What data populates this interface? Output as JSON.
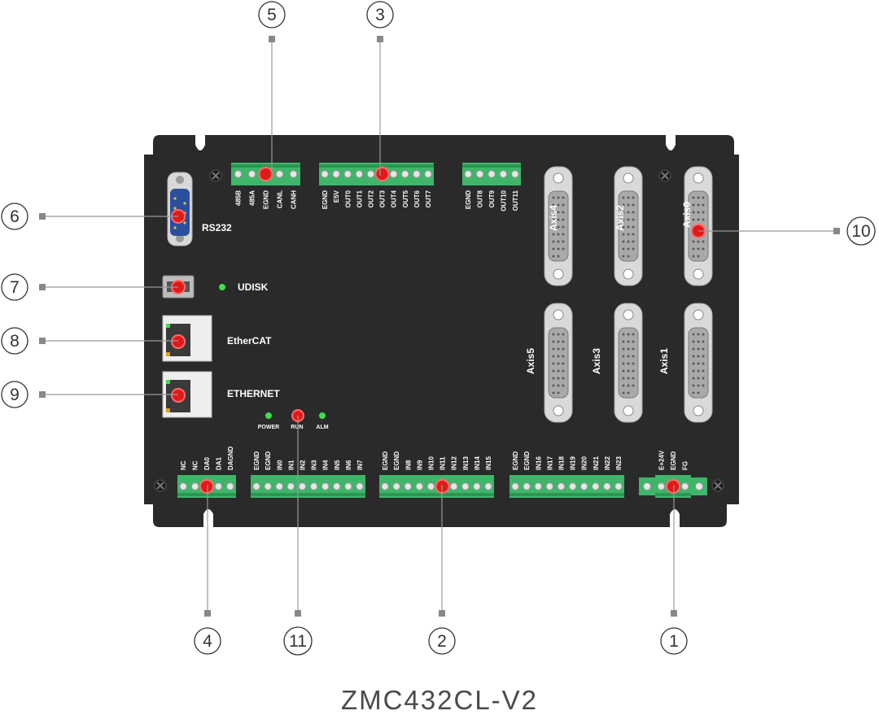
{
  "model": "ZMC432CL-V2",
  "callouts": [
    "1",
    "2",
    "3",
    "4",
    "5",
    "6",
    "7",
    "8",
    "9",
    "10",
    "11"
  ],
  "ports": {
    "rs232": "RS232",
    "udisk": "UDISK",
    "ethercat": "EtherCAT",
    "ethernet": "ETHERNET"
  },
  "axes": [
    "Axis0",
    "Axis1",
    "Axis2",
    "Axis3",
    "Axis4",
    "Axis5"
  ],
  "leds": [
    "POWER",
    "RUN",
    "ALM"
  ],
  "terminals": {
    "can485": [
      "485B",
      "485A",
      "EGND",
      "CANL",
      "CANH"
    ],
    "out0_7": [
      "EGND",
      "E5V",
      "OUT0",
      "OUT1",
      "OUT2",
      "OUT3",
      "OUT4",
      "OUT5",
      "OUT6",
      "OUT7"
    ],
    "out8_11": [
      "EGND",
      "OUT8",
      "OUT9",
      "OUT10",
      "OUT11"
    ],
    "da": [
      "NC",
      "NC",
      "DA0",
      "DA1",
      "DAGND"
    ],
    "in0_7": [
      "EGND",
      "EGND",
      "IN0",
      "IN1",
      "IN2",
      "IN3",
      "IN4",
      "IN5",
      "IN6",
      "IN7"
    ],
    "in8_15": [
      "EGND",
      "EGND",
      "IN8",
      "IN9",
      "IN10",
      "IN11",
      "IN12",
      "IN13",
      "IN14",
      "IN15"
    ],
    "in16_23": [
      "EGND",
      "EGND",
      "IN16",
      "IN17",
      "IN18",
      "IN19",
      "IN20",
      "IN21",
      "IN22",
      "IN23"
    ],
    "power": [
      "E+24V",
      "EGND",
      "FG"
    ]
  },
  "colors": {
    "board": "#2a2a2a",
    "terminal": "#3fb56a",
    "marker": "#e01a1a",
    "led": "#3ee04a",
    "connector_blue": "#2a4f9e"
  }
}
